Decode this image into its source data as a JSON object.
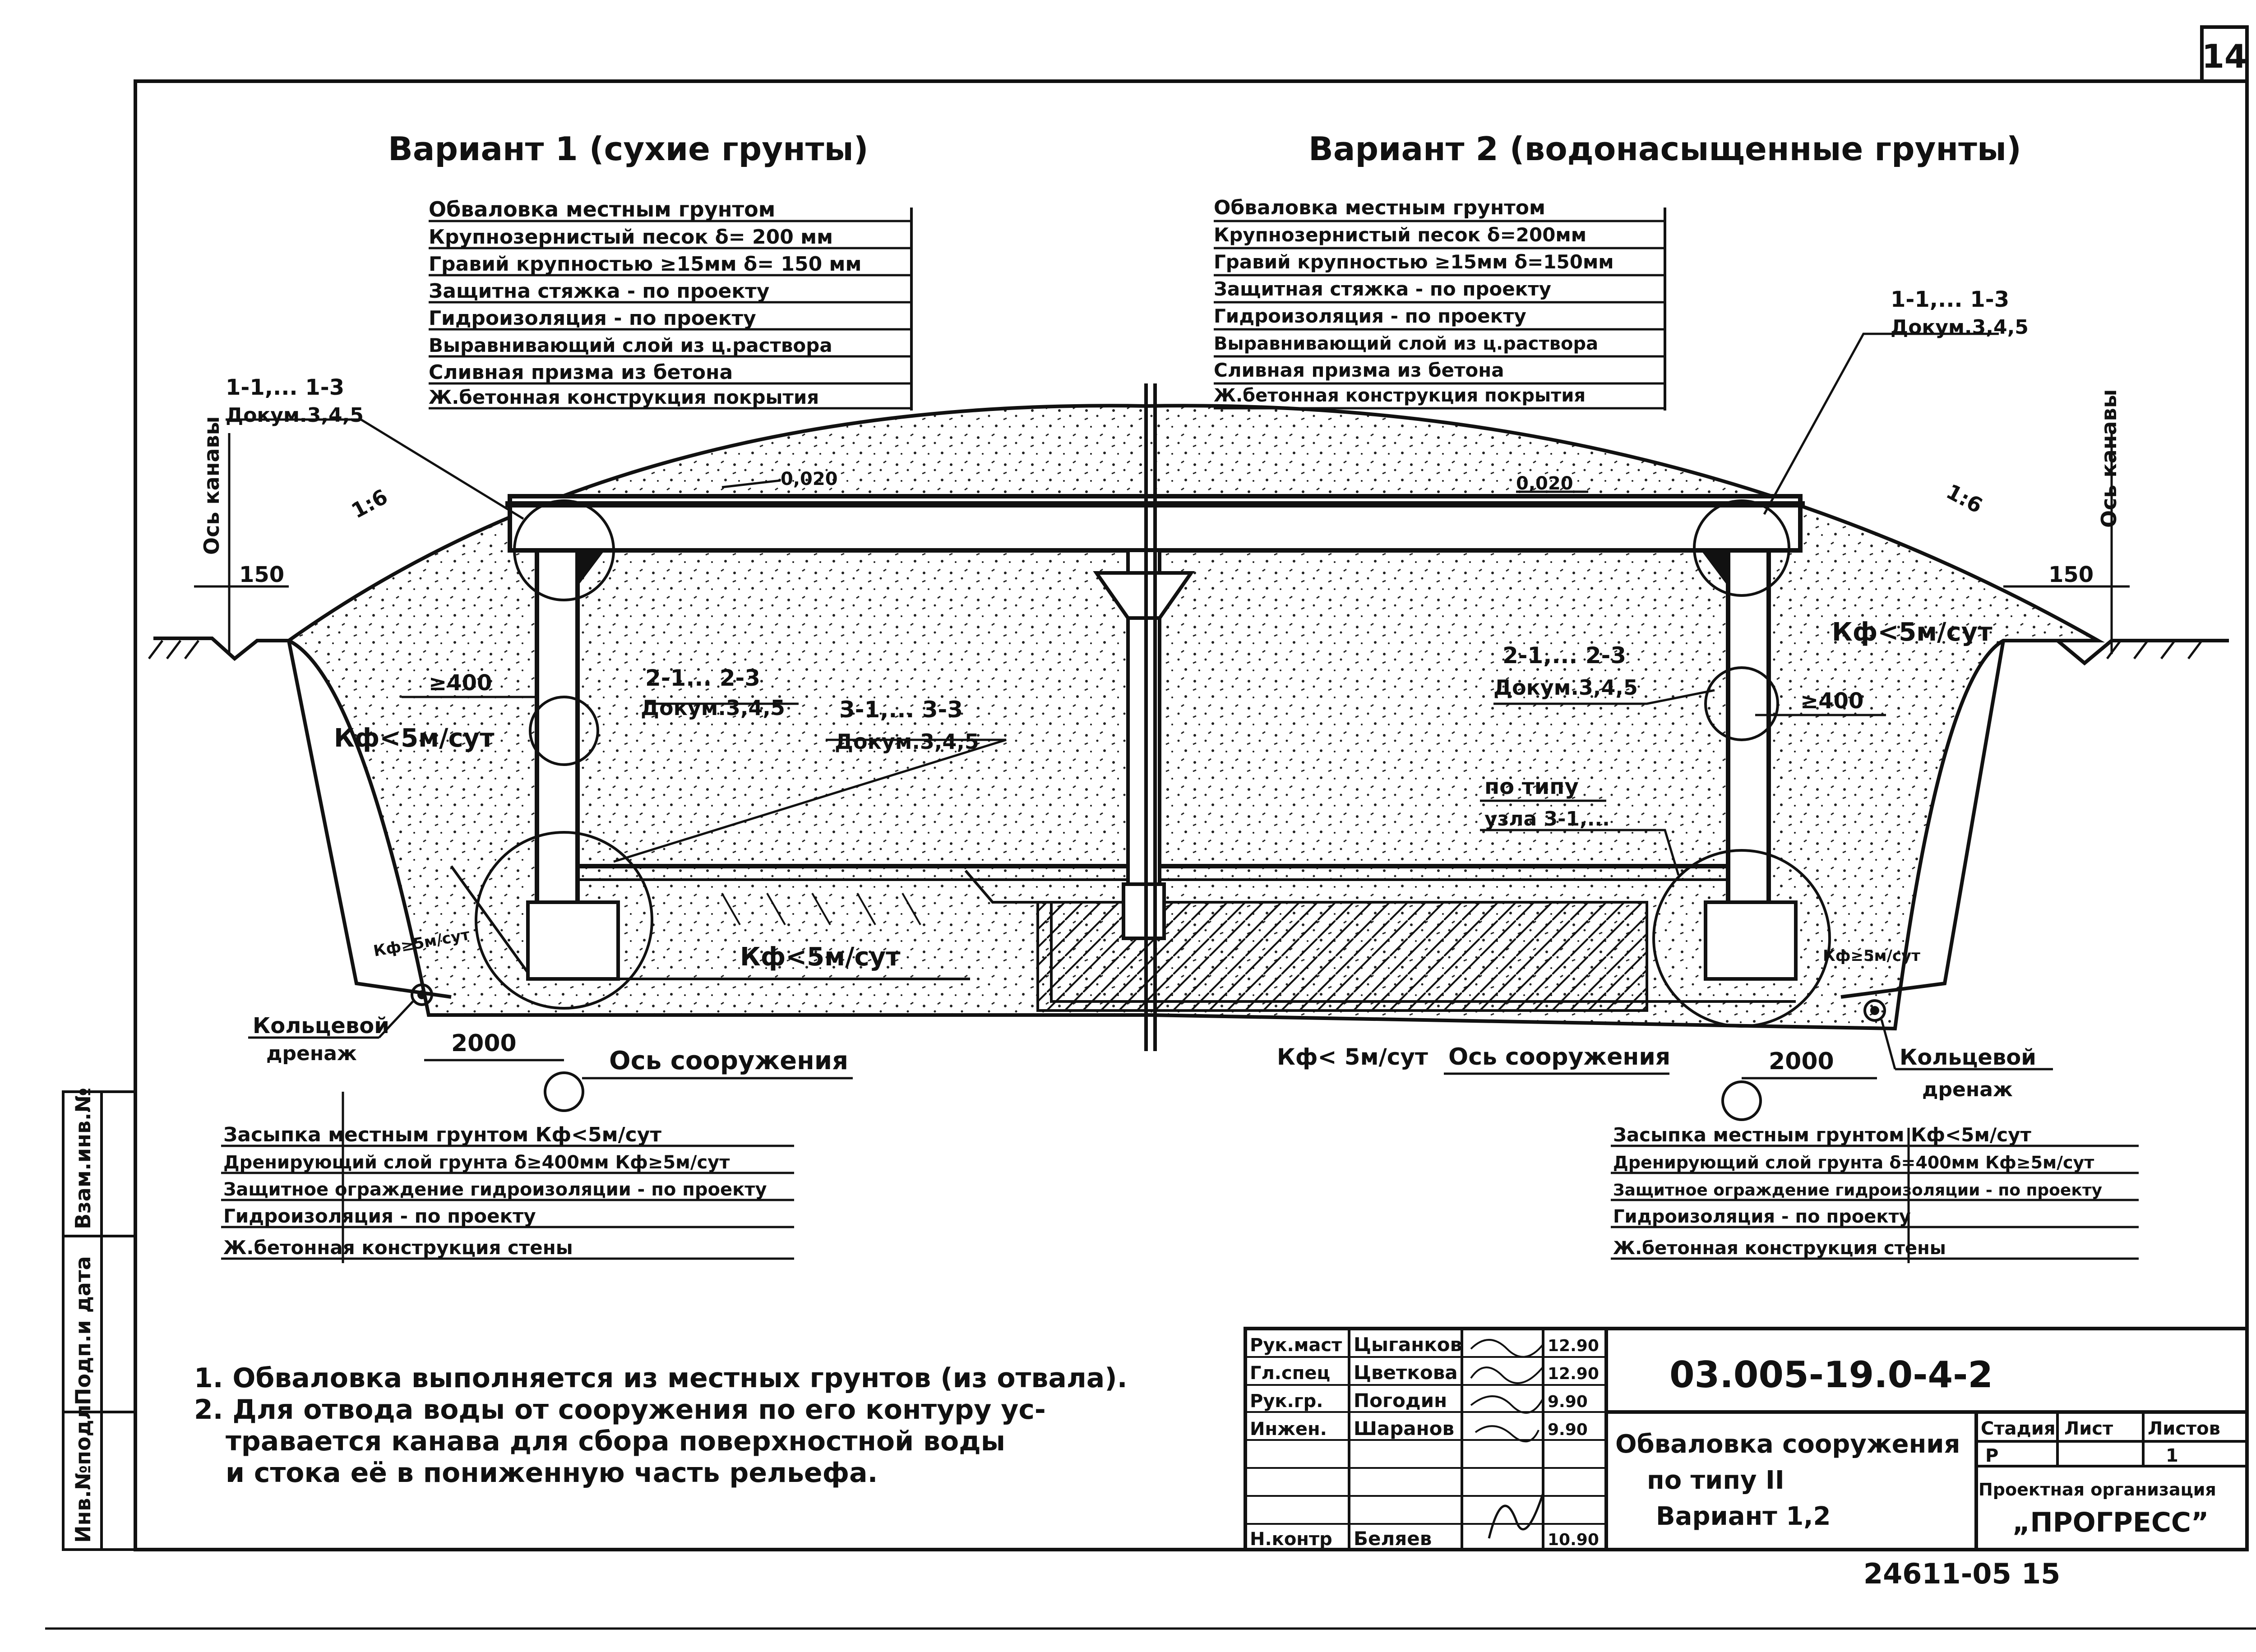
{
  "sheet_number": "14",
  "variant1": {
    "title": "Вариант 1 (сухие грунты)",
    "top_layers": [
      "Обваловка местным грунтом",
      "Крупнозернистый песок δ= 200 мм",
      "Гравий крупностью ≥15мм δ= 150 мм",
      "Защитна стяжка - по проекту",
      "Гидроизоляция - по проекту",
      "Выравнивающий слой из ц.раствора",
      "Сливная призма из бетона",
      "Ж.бетонная конструкция покрытия"
    ],
    "ref_top": [
      "1-1,... 1-3",
      "Докум.3,4,5"
    ],
    "ref_mid": [
      "2-1... 2-3",
      "Докум.3,4,5"
    ],
    "ref_bot": [
      "3-1,... 3-3",
      "Докум.3,4,5"
    ],
    "axis_ditch": "Ось канавы",
    "slope": "1:6",
    "dim_150": "150",
    "dim_400": "≥400",
    "slope_grade": "0,020",
    "kf_backfill": "Кф<5м/сут",
    "kf_drain": "Кф≥5м/сут",
    "kf_base": "Кф<5м/сут",
    "ring_drain": [
      "Кольцевой",
      "дренаж"
    ],
    "dim_2000": "2000",
    "axis_structure": "Ось сооружения",
    "wall_layers": [
      "Засыпка местным грунтом Кф<5м/сут",
      "Дренирующий слой грунта δ≥400мм Кф≥5м/сут",
      "Защитное ограждение гидроизоляции - по проекту",
      "Гидроизоляция - по проекту",
      "Ж.бетонная конструкция стены"
    ]
  },
  "variant2": {
    "title": "Вариант 2 (водонасыщенные грунты)",
    "top_layers": [
      "Обваловка местным грунтом",
      "Крупнозернистый песок δ=200мм",
      "Гравий крупностью ≥15мм δ=150мм",
      "Защитная стяжка - по проекту",
      "Гидроизоляция - по проекту",
      "Выравнивающий слой из ц.раствора",
      "Сливная призма из бетона",
      "Ж.бетонная конструкция покрытия"
    ],
    "ref_top": [
      "1-1,... 1-3",
      "Докум.3,4,5"
    ],
    "ref_mid": [
      "2-1,... 2-3",
      "Докум.3,4,5"
    ],
    "ref_type": [
      "по типу",
      "узла 3-1,..."
    ],
    "axis_ditch": "Ось канавы",
    "slope": "1:6",
    "dim_150": "150",
    "dim_400": "≥400",
    "slope_grade": "0,020",
    "kf_backfill": "Кф<5м/сут",
    "kf_drain": "Кф≥5м/сут",
    "kf_base": "Кф< 5м/сут",
    "ring_drain": [
      "Кольцевой",
      "дренаж"
    ],
    "dim_2000": "2000",
    "axis_structure": "Ось сооружения",
    "wall_layers": [
      "Засыпка местным грунтом Кф<5м/сут",
      "Дренирующий слой грунта δ=400мм Кф≥5м/сут",
      "Защитное ограждение гидроизоляции - по проекту",
      "Гидроизоляция - по проекту",
      "Ж.бетонная конструкция стены"
    ]
  },
  "notes": [
    "1. Обваловка выполняется из местных грунтов (из отвала).",
    "2. Для отвода воды от сооружения по его контуру ус-",
    "травается канава для сбора поверхностной воды",
    "и стока её в пониженную часть рельефа."
  ],
  "side_stamp": [
    "Инв.№подл",
    "Подп.и дата",
    "Взам.инв.№"
  ],
  "title_block": {
    "code": "03.005-19.0-4-2",
    "signers": [
      {
        "role": "Рук.маст",
        "name": "Цыганков",
        "date": "12.90"
      },
      {
        "role": "Гл.спец",
        "name": "Цветкова",
        "date": "12.90"
      },
      {
        "role": "Рук.гр.",
        "name": "Погодин",
        "date": "9.90"
      },
      {
        "role": "Инжен.",
        "name": "Шаранов",
        "date": "9.90"
      },
      {
        "role": "",
        "name": "",
        "date": ""
      },
      {
        "role": "",
        "name": "",
        "date": ""
      },
      {
        "role": "Н.контр",
        "name": "Беляев",
        "date": "10.90"
      }
    ],
    "name_lines": [
      "Обваловка сооружения",
      "по типу II",
      "Вариант 1,2"
    ],
    "stage_h": "Стадия",
    "sheet_h": "Лист",
    "sheets_h": "Листов",
    "stage": "Р",
    "sheet": "1",
    "sheets": "",
    "org_label": "Проектная организация",
    "org_name": "„ПРОГРЕСС”"
  },
  "bottom_code": "24611-05",
  "bottom_page": "15"
}
